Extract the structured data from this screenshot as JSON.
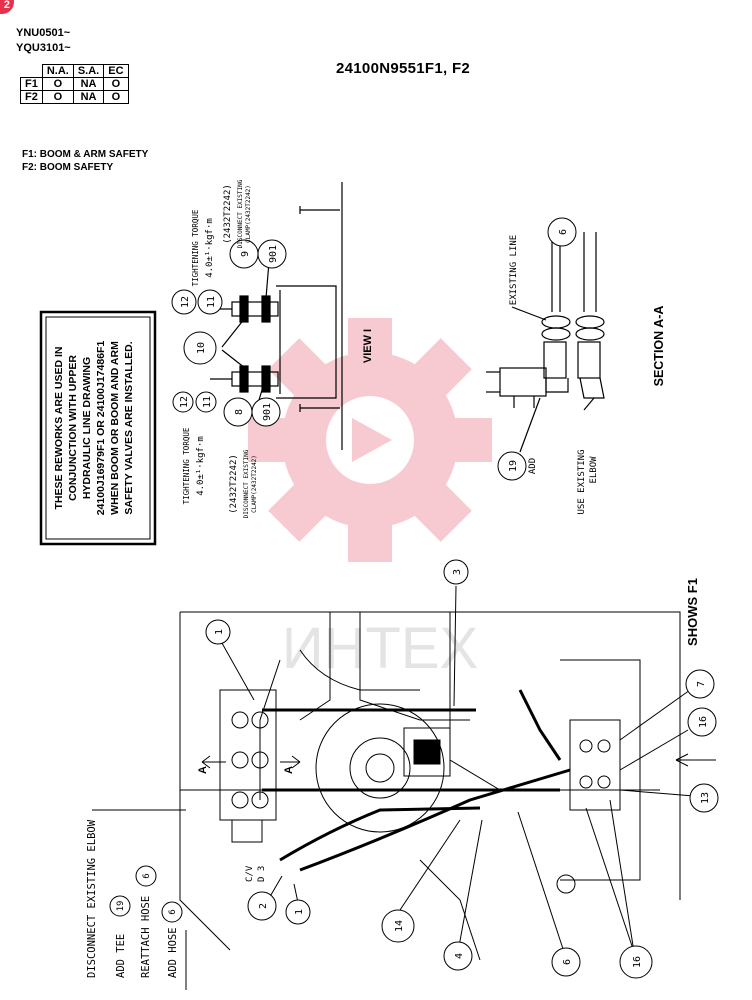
{
  "header": {
    "badge": "2",
    "serials": [
      "YNU0501~",
      "YQU3101~"
    ],
    "drawing_number": "24100N9551F1, F2"
  },
  "applicability_table": {
    "columns": [
      "N.A.",
      "S.A.",
      "EC"
    ],
    "rows": [
      {
        "label": "F1",
        "values": [
          "O",
          "NA",
          "O"
        ]
      },
      {
        "label": "F2",
        "values": [
          "O",
          "NA",
          "O"
        ]
      }
    ]
  },
  "figure_notes": [
    "F1: BOOM & ARM SAFETY",
    "F2: BOOM SAFETY"
  ],
  "notice_box": [
    "THESE REWORKS ARE USED IN",
    "CONJUNCTION WITH UPPER",
    "HYDRAULIC LINE DRAWING",
    "24100J16979F1 OR 24100J17486F1",
    "WHEN BOOM OR BOOM AND ARM",
    "SAFETY VALVES ARE INSTALLED."
  ],
  "view_labels": {
    "view1": "VIEW I",
    "section": "SECTION A-A",
    "shows": "SHOWS F1",
    "section_mark": "A"
  },
  "clamp_callouts": {
    "upper": {
      "torque_line1": "TIGHTENING TORQUE",
      "torque_line2": "4.0±¹·kgf·m",
      "ref_code": "(2432T2242)",
      "note_line1": "DISCONNECT EXISTING",
      "note_line2": "CLAMP(2432T2242)"
    },
    "lower": {
      "torque_line1": "TIGHTENING TORQUE",
      "torque_line2": "4.0±¹·kgf·m",
      "ref_code": "(2432T2242)",
      "note_line1": "DISCONNECT EXISTING",
      "note_line2": "CLAMP(2432T2242)"
    }
  },
  "section_notes": {
    "existing_line": "EXISTING LINE",
    "add": "ADD",
    "use_existing_line1": "USE EXISTING",
    "use_existing_line2": "ELBOW"
  },
  "valve_label": {
    "line1": "C/V",
    "line2": "D 3"
  },
  "legend_instructions": [
    {
      "text": "DISCONNECT EXISTING ELBOW",
      "ref": ""
    },
    {
      "text": "ADD TEE",
      "ref": "19"
    },
    {
      "text": "REATTACH HOSE",
      "ref": "6"
    },
    {
      "text": "ADD HOSE",
      "ref": "6"
    }
  ],
  "balloons": {
    "b1a": "1",
    "b1b": "1",
    "b2": "2",
    "b3": "3",
    "b4": "4",
    "b6a": "6",
    "b6b": "6",
    "b6c": "6",
    "b7": "7",
    "b8": "8",
    "b9": "9",
    "b10": "10",
    "b11a": "11",
    "b11b": "11",
    "b12a": "12",
    "b12b": "12",
    "b13": "13",
    "b14": "14",
    "b16a": "16",
    "b16b": "16",
    "b19": "19",
    "b901a": "901",
    "b901b": "901"
  },
  "watermark": {
    "text": "ИНТЕХ",
    "color": "#e8304a"
  },
  "colors": {
    "badge": "#e8304a",
    "watermark": "#f7c4cb"
  }
}
